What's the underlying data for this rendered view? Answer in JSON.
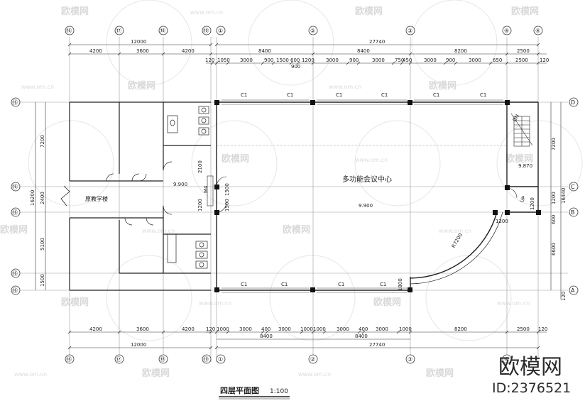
{
  "watermark": {
    "brand": "欧模网",
    "url": "www.om.cn",
    "id": "ID:2376521"
  },
  "title": {
    "name": "四层平面图",
    "scale": "1:100"
  },
  "room_labels": {
    "hall": "多功能会议中心",
    "old_building": "原教学楼",
    "stair_up": "UP",
    "stair_down": "DN"
  },
  "window_tags": {
    "c1": "C1",
    "m4": "M4"
  },
  "levels": {
    "main": "9.900",
    "stair": "9.870"
  },
  "radius": "R7200",
  "axes": {
    "top": [
      "⑯",
      "⑰",
      "⑱",
      "⑲",
      "①",
      "②",
      "③",
      "④",
      "④"
    ],
    "left": [
      "⑯",
      "⑯",
      "⑯",
      "⑯",
      "⑯"
    ],
    "right": [
      "D",
      "C",
      "B",
      "A"
    ],
    "bottom": [
      "⑯",
      "⑰",
      "⑱",
      "⑲",
      "①",
      "②",
      "③",
      "④"
    ]
  },
  "top_dims": {
    "total_left": "12000",
    "total_right": "27740",
    "row2": [
      "4200",
      "3600",
      "4200",
      "8400",
      "8400",
      "8200",
      "2500"
    ],
    "row3": [
      "120",
      "1050",
      "3000",
      "900",
      "1500",
      "600",
      "1200",
      "3000",
      "900",
      "3000",
      "750",
      "450",
      "3000",
      "900",
      "3000",
      "650",
      "2500",
      "120"
    ],
    "extra": "900"
  },
  "bottom_dims": {
    "row1": [
      "4200",
      "3600",
      "4200",
      "120",
      "1000",
      "3000",
      "400",
      "3000",
      "1000",
      "1000",
      "3000",
      "400",
      "3000",
      "1000",
      "8200",
      "2500",
      "120"
    ],
    "row2": [
      "8400",
      "8400"
    ],
    "total_left": "12000",
    "total_right": "27740"
  },
  "left_dims": [
    "7200",
    "2400",
    "5100",
    "1500",
    "16200"
  ],
  "right_dims": [
    "7200",
    "1200",
    "600",
    "6600",
    "16440",
    "120"
  ],
  "inner_dims": [
    "2100",
    "1200",
    "1500",
    "1500",
    "1200",
    "1200",
    "1800"
  ]
}
